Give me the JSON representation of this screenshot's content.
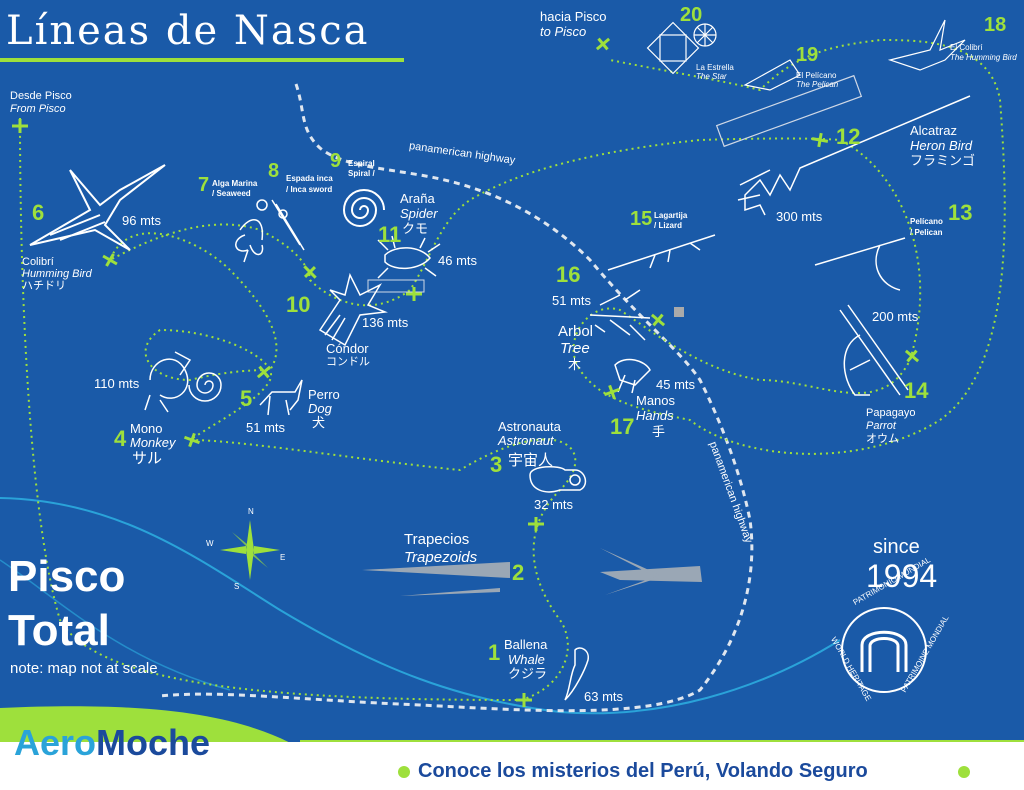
{
  "title": "Líneas de Nasca",
  "brand": {
    "part1": "Aero",
    "part2": "Moche"
  },
  "tagline": "Conoce los misterios del Perú, Volando Seguro",
  "operator": {
    "line1": "Pisco",
    "line2": "Total"
  },
  "note": "note: map not at scale",
  "since": {
    "label": "since",
    "year": "1994"
  },
  "unesco": {
    "top": "PATRIMONIO MUNDIAL",
    "left": "WORLD HERITAGE",
    "right": "PATRIMOINE MONDIAL"
  },
  "roads": {
    "highway_top": "panamerican highway",
    "highway_side": "panamerican highway"
  },
  "directions": {
    "from": {
      "es": "Desde Pisco",
      "en": "From Pisco"
    },
    "to": {
      "es": "hacia Pisco",
      "en": "to Pisco"
    }
  },
  "compass": {
    "n": "N",
    "s": "S",
    "e": "E",
    "w": "W"
  },
  "colors": {
    "sea": "#1a5aa8",
    "accent": "#9ee03c",
    "brand_light": "#2aa3d9",
    "brand_dark": "#1b4a9c"
  },
  "figures": [
    {
      "num": "1",
      "es": "Ballena",
      "en": "Whale",
      "jp": "クジラ",
      "size": "63 mts"
    },
    {
      "num": "2",
      "es": "Trapecios",
      "en": "Trapezoids"
    },
    {
      "num": "3",
      "es": "Astronauta",
      "en": "Astronaut",
      "jp": "宇宙人",
      "size": "32 mts"
    },
    {
      "num": "4",
      "es": "Mono",
      "en": "Monkey",
      "jp": "サル",
      "size": "110 mts"
    },
    {
      "num": "5",
      "es": "Perro",
      "en": "Dog",
      "jp": "犬",
      "size": "51 mts"
    },
    {
      "num": "6",
      "es": "Colibrí",
      "en": "Humming Bird",
      "jp": "ハチドリ",
      "size": "96 mts"
    },
    {
      "num": "7",
      "es": "Alga Marina",
      "en": "/ Seaweed"
    },
    {
      "num": "8",
      "es": "Espada inca",
      "en": "/ Inca sword"
    },
    {
      "num": "9",
      "es": "Espiral",
      "en": "Spiral /"
    },
    {
      "num": "10",
      "es": "Cóndor",
      "jp": "コンドル",
      "size": "136 mts"
    },
    {
      "num": "11",
      "es": "Araña",
      "en": "Spider",
      "jp": "クモ",
      "size": "46 mts"
    },
    {
      "num": "12",
      "es": "Alcatraz",
      "en": "Heron Bird",
      "jp": "フラミンゴ",
      "size": "300 mts"
    },
    {
      "num": "13",
      "es": "Pelícano",
      "en": "/ Pelican",
      "size": "200 mts"
    },
    {
      "num": "14",
      "es": "Papagayo",
      "en": "Parrot",
      "jp": "オウム"
    },
    {
      "num": "15",
      "es": "Lagartija",
      "en": "/ Lizard"
    },
    {
      "num": "16",
      "es": "Arbol",
      "en": "Tree",
      "jp": "木",
      "size": "51 mts"
    },
    {
      "num": "17",
      "es": "Manos",
      "en": "Hands",
      "jp": "手",
      "size": "45 mts"
    },
    {
      "num": "18",
      "es": "El Colibrí",
      "en": "The Humming Bird"
    },
    {
      "num": "19",
      "es": "El Pelícano",
      "en": "The Pelican"
    },
    {
      "num": "20",
      "es": "La Estrella",
      "en": "The Star"
    }
  ]
}
